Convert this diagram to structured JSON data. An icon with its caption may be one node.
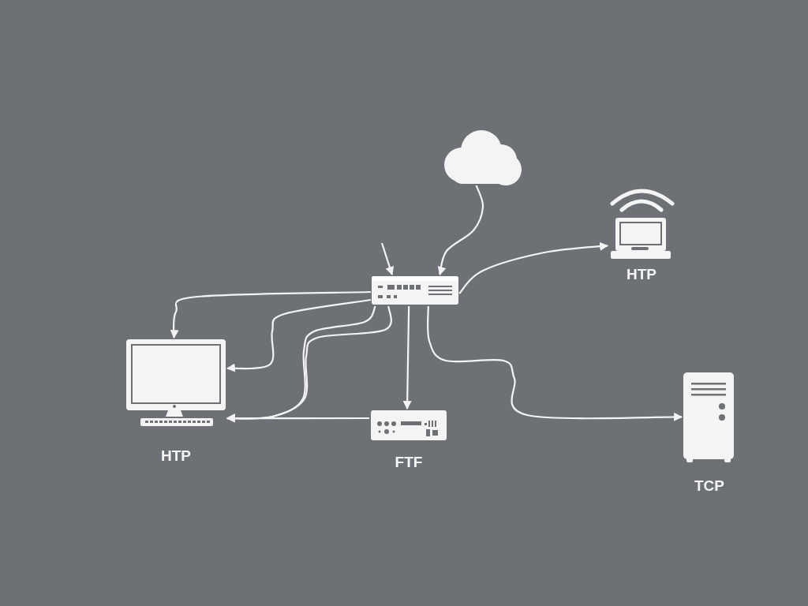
{
  "diagram": {
    "nodes": [
      {
        "text": [],
        "shape": "cloud"
      },
      {
        "text": [],
        "shape": "box"
      },
      {
        "text": [
          "HTP"
        ]
      },
      {
        "text": [
          "HTP"
        ]
      },
      {
        "text": [
          "FTF"
        ]
      },
      {
        "text": [
          "TCP"
        ]
      }
    ],
    "edges": [
      {
        "from": 0,
        "to": 1,
        "arrow": "to"
      },
      {
        "from": 1,
        "to": 2,
        "arrow": "to"
      },
      {
        "from": 1,
        "to": 3,
        "arrow": "to"
      },
      {
        "from": 1,
        "to": 3,
        "arrow": "to"
      },
      {
        "from": 1,
        "to": 3,
        "arrow": "to"
      },
      {
        "from": 1,
        "to": 3,
        "arrow": "to"
      },
      {
        "from": 4,
        "to": 3,
        "arrow": "to"
      },
      {
        "from": 1,
        "to": 4,
        "arrow": "to"
      },
      {
        "from": 1,
        "to": 5,
        "arrow": "to"
      },
      {
        "from": null,
        "to": 1,
        "arrow": "to"
      }
    ]
  }
}
